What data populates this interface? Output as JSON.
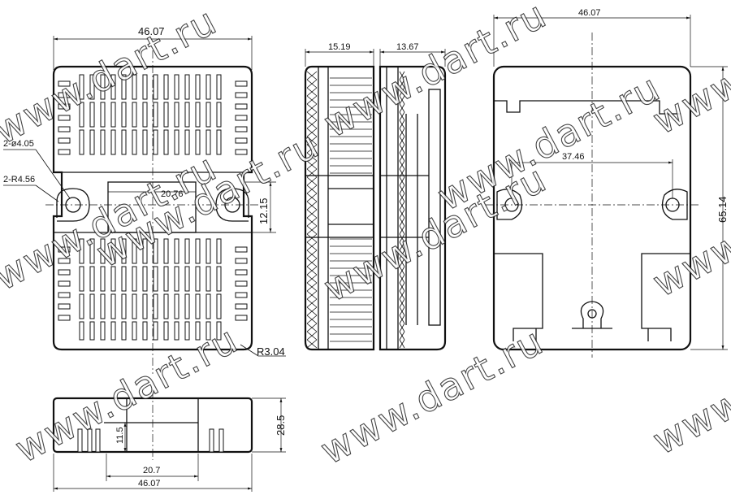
{
  "watermark": "www.dart.ru",
  "front_view": {
    "width_dim": "46.07",
    "hole_dim": "2-ø4.05",
    "radius_dim": "2-R4.56",
    "window_width_dim": "20.76",
    "window_height_dim": "12.15",
    "corner_radius_dim": "R3.04"
  },
  "side_view": {
    "left_width_dim": "15.19",
    "right_width_dim": "13.67"
  },
  "back_view": {
    "width_dim": "46.07",
    "hole_spacing_dim": "37.46",
    "height_dim": "65.14"
  },
  "bottom_view": {
    "height_dim": "28.5",
    "inner_height_dim": "11.5",
    "window_width_dim": "20.7",
    "width_dim": "46.07"
  }
}
